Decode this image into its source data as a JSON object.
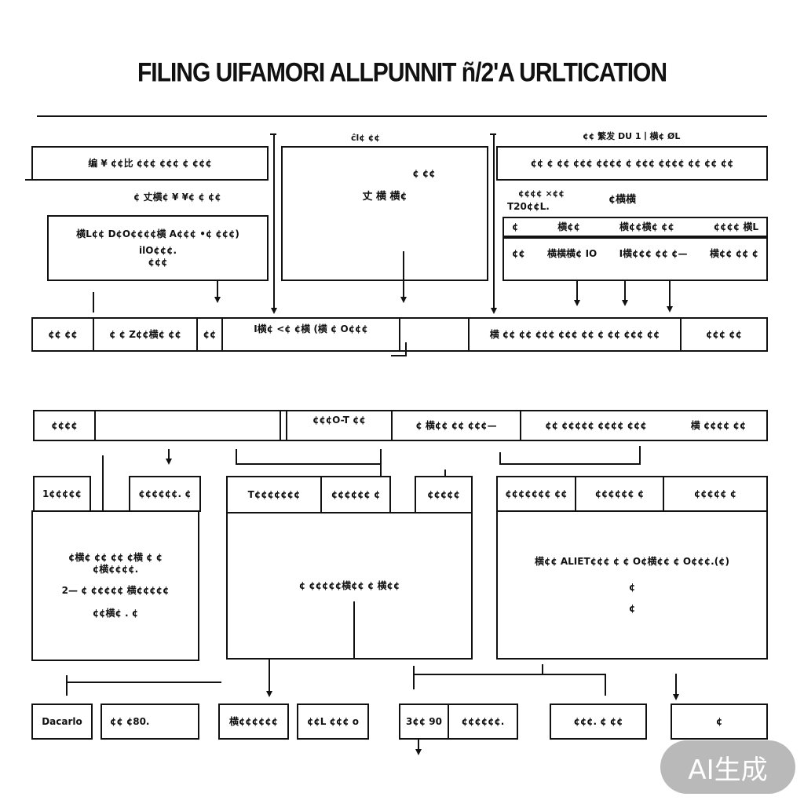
{
  "title": "FILING UIFAMORI ALLPUNNIT ñ/2'A URLTICATION",
  "top_section": {
    "header_left": "ĉl¢  ¢¢",
    "header_right": "¢¢   繁发 DU 1丨横¢ ØL",
    "left_header": "编 ¥ ¢¢比 ¢¢¢ ¢¢¢ ¢ ¢¢¢",
    "left_mid": "¢  丈横¢ ¥ ¥¢ ¢ ¢¢",
    "left_box_line1": "横L¢¢ D¢O¢¢¢¢横 A¢¢¢ •¢ ¢¢¢)",
    "left_box_line2": "ilO¢¢¢.",
    "left_box_line3": "¢¢¢",
    "center_top": "¢ ¢¢",
    "center_mid": "丈  横  横¢",
    "right_header": "¢¢  ¢ ¢¢ ¢¢¢ ¢¢¢¢ ¢ ¢¢¢ ¢¢¢¢ ¢¢ ¢¢ ¢¢",
    "right_line1a": "¢¢¢¢ ×¢¢",
    "right_line1b": "T20¢¢L.",
    "right_line1c": "¢横横",
    "right_row2": [
      "¢",
      "横¢¢",
      "横¢¢横¢ ¢¢",
      "¢¢¢¢ 横L"
    ],
    "right_row3": [
      "¢¢",
      "横横横¢ IO",
      "I横¢¢¢ ¢¢ ¢—",
      "横¢¢ ¢¢ ¢"
    ]
  },
  "bar1": [
    "¢¢ ¢¢",
    "¢ ¢ Z¢¢横¢ ¢¢",
    "¢¢",
    "I横¢ <¢ ¢横  (横 ¢ O¢¢¢",
    "横 ¢¢ ¢¢ ¢¢¢ ¢¢¢ ¢¢ ¢ ¢¢ ¢¢¢ ¢¢",
    "¢¢¢ ¢¢"
  ],
  "bar2": [
    "¢¢¢¢",
    "¢¢¢O-T ¢¢",
    "¢ 横¢¢ ¢¢ ¢¢¢—",
    "¢¢ ¢¢¢¢¢ ¢¢¢¢ ¢¢¢",
    "横 ¢¢¢¢ ¢¢"
  ],
  "mid_section": {
    "tab1": "1¢¢¢¢¢",
    "tab2": "¢¢¢¢¢¢. ¢",
    "box1_lines": [
      "¢横¢ ¢¢ ¢¢ ¢横 ¢ ¢",
      "¢横¢¢¢¢.",
      "2— ¢ ¢¢¢¢¢ 横¢¢¢¢¢",
      "¢¢横¢ . ¢"
    ],
    "tab3": "T¢¢¢¢¢¢¢",
    "tab4": "¢¢¢¢¢¢ ¢",
    "box2_line": "¢ ¢¢¢¢¢横¢¢  ¢ 横¢¢",
    "tab5": "¢¢¢¢¢",
    "tab6": "¢¢¢¢¢¢¢ ¢¢",
    "tab7": "¢¢¢¢¢¢ ¢",
    "tab8": "¢¢¢¢¢ ¢",
    "box3_line": "横¢¢ ALIET¢¢¢ ¢ ¢ O¢横¢¢ ¢ O¢¢¢.(¢)",
    "box3_sub1": "¢",
    "box3_sub2": "¢",
    "tab8_note": "¢横"
  },
  "bottom_row": [
    "Dacarlo",
    "¢¢ ¢80.",
    "横¢¢¢¢¢¢",
    "¢¢L ¢¢¢ o",
    "3¢¢ 90",
    "¢¢¢¢¢¢.",
    "¢¢¢. ¢ ¢¢",
    "¢"
  ],
  "watermark": "AI生成"
}
